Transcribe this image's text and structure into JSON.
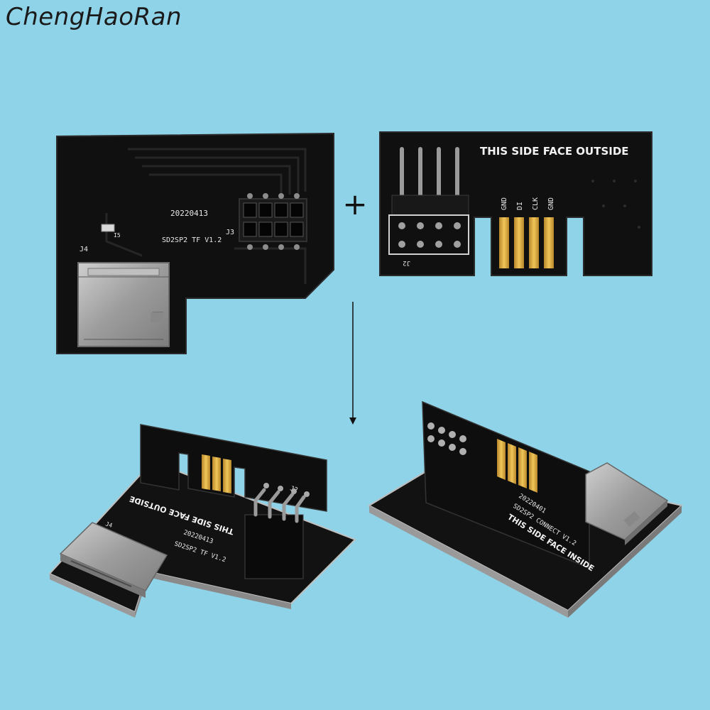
{
  "watermark": "ChengHaoRan",
  "symbols": {
    "plus": "+",
    "arrow": "down-arrow"
  },
  "board_a": {
    "date": "20220413",
    "model": "SD2SP2  TF  V1.2",
    "ref_j3": "J3",
    "ref_j4": "J4",
    "ref_r1": "I5"
  },
  "board_b": {
    "face_text": "THIS SIDE FACE OUTSIDE",
    "pin_labels": [
      "GND",
      "DI",
      "CLK",
      "GND"
    ],
    "ref_j2": "J2"
  },
  "board_c": {
    "face_text": "THIS SIDE FACE OUTSIDE",
    "date": "20220413",
    "model": "SD2SP2 TF V1.2",
    "ref_j2": "J2",
    "ref_j4": "J4"
  },
  "board_d": {
    "face_text": "THIS SIDE FACE INSIDE",
    "model": "SD2SP2 CONNECT V1.2",
    "date": "20220401"
  },
  "colors": {
    "background": "#8fd3e8",
    "pcb": "#121212",
    "gold": "#d8a93a",
    "metal": "#a9a9a9"
  }
}
